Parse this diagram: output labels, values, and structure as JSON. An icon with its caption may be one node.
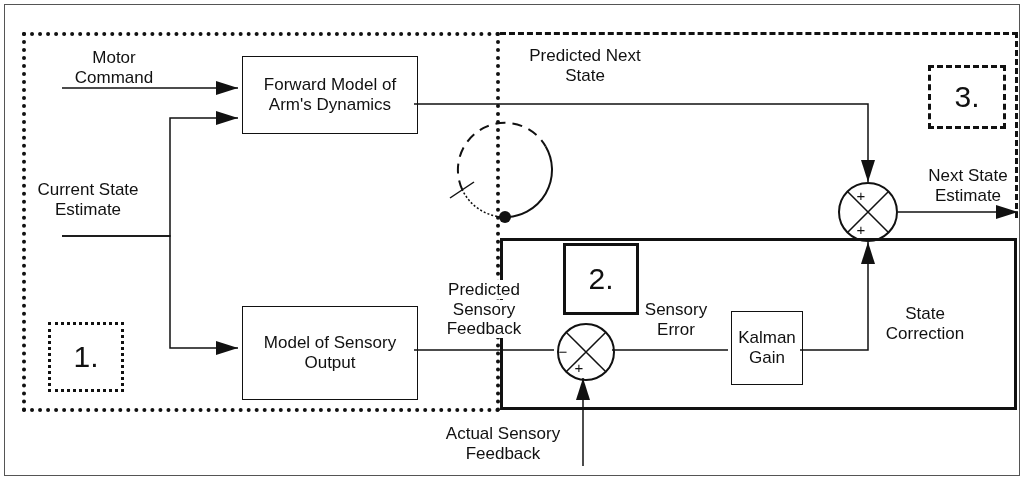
{
  "diagram": {
    "nodes": [
      {
        "text": [],
        "shape": "box"
      },
      {
        "text": [
          "Motor Command"
        ],
        "in": 0
      },
      {
        "text": [
          "Forward Model of Arm's Dynamics"
        ],
        "in": 0
      },
      {
        "text": [
          "Current State Estimate"
        ],
        "in": 0
      },
      {
        "text": [
          "Model of Sensory Output"
        ],
        "in": 0
      },
      {
        "text": [
          "1."
        ],
        "in": 0
      },
      {
        "text": [],
        "shape": "box"
      },
      {
        "text": [
          "3."
        ],
        "in": 6
      },
      {
        "text": [
          "+",
          "+"
        ]
      },
      {
        "text": [],
        "shape": "box"
      },
      {
        "text": [
          "2."
        ],
        "in": 9
      },
      {
        "text": [
          "−",
          "+"
        ],
        "in": 9
      },
      {
        "text": [
          "Kalman Gain"
        ],
        "in": 9
      }
    ],
    "edges": [
      {
        "from": 1,
        "to": 2,
        "arrow": "to"
      },
      {
        "from": 3,
        "to": 2,
        "arrow": "to"
      },
      {
        "from": 3,
        "to": 4,
        "arrow": "to"
      },
      {
        "from": 2,
        "to": 8,
        "arrow": "to",
        "label": "Predicted Next State"
      },
      {
        "from": 4,
        "to": 11,
        "arrow": "none",
        "label": "Predicted Sensory Feedback"
      },
      {
        "from": 11,
        "to": 12,
        "arrow": "none",
        "label": "Sensory Error"
      },
      {
        "from": 12,
        "to": 8,
        "arrow": "to",
        "label": "State Correction"
      },
      {
        "from": null,
        "to": 11,
        "arrow": "to",
        "label": "Actual Sensory Feedback"
      },
      {
        "from": 8,
        "to": 6,
        "arrow": "to",
        "label": "Next State Estimate"
      }
    ]
  }
}
